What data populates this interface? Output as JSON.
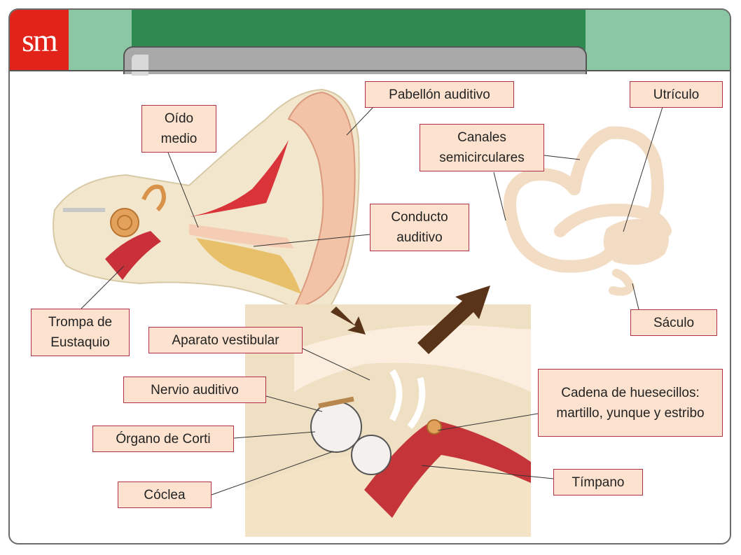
{
  "logo_text": "sm",
  "labels": {
    "pabellon": "Pabellón auditivo",
    "utriculo": "Utrículo",
    "oido_medio": "Oído medio",
    "canales": "Canales semicirculares",
    "conducto": "Conducto auditivo",
    "trompa": "Trompa de Eustaquio",
    "saculo": "Sáculo",
    "aparato": "Aparato vestibular",
    "nervio": "Nervio auditivo",
    "cadena": "Cadena de huesecillos: martillo, yunque y estribo",
    "organo": "Órgano de Corti",
    "timpano": "Tímpano",
    "coclea": "Cóclea"
  },
  "colors": {
    "label_bg": "#fde3cf",
    "label_border": "#b0304a",
    "arrow": "#5a3418",
    "header_green": "#3a9a5c",
    "logo_red": "#e2231a"
  }
}
